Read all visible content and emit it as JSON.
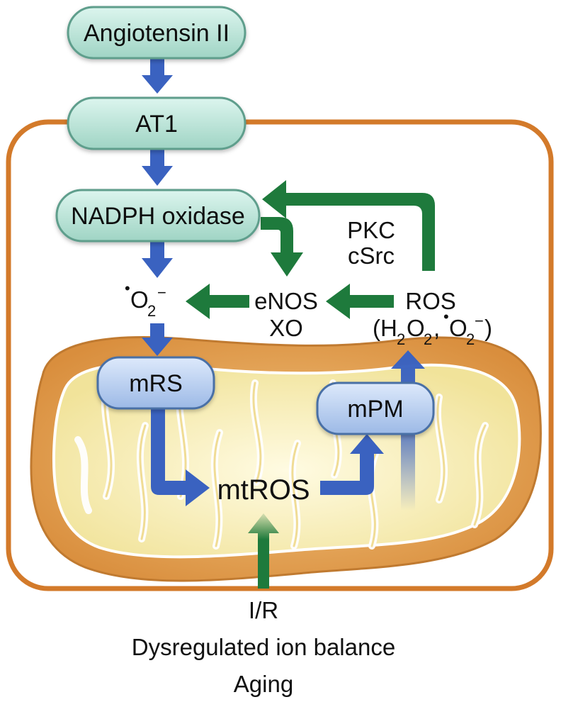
{
  "nodes": {
    "angiotensin": "Angiotensin II",
    "at1": "AT1",
    "nadph": "NADPH oxidase",
    "mrs": "mRS",
    "mpm": "mPM",
    "mtros": "mtROS"
  },
  "labels": {
    "superoxide_o": "O",
    "superoxide_sub": "2",
    "superoxide_sup": "−",
    "radical_dot": "•",
    "enos": "eNOS",
    "xo": "XO",
    "pkc": "PKC",
    "csrc": "cSrc",
    "ros": "ROS",
    "ros_open": "(H",
    "ros_sub_h": "2",
    "ros_o": "O",
    "ros_sub_o": "2",
    "ros_comma": ",",
    "ros_o2": "O",
    "ros_sub_o2": "2",
    "ros_sup": "−",
    "ros_close": ")",
    "ir": "I/R",
    "ion": "Dysregulated ion balance",
    "aging": "Aging"
  },
  "colors": {
    "cell_border": "#d37a2a",
    "pill_fill": "#bfe8dc",
    "pill_stroke": "#5e9e8c",
    "mito_pill_fill": "#bcd2f2",
    "mito_pill_stroke": "#4a6fa6",
    "blue_arrow": "#3a62c0",
    "green_arrow": "#1e7a3c",
    "mito_outer": "#e3a55a",
    "mito_inner": "#f6edb5"
  }
}
